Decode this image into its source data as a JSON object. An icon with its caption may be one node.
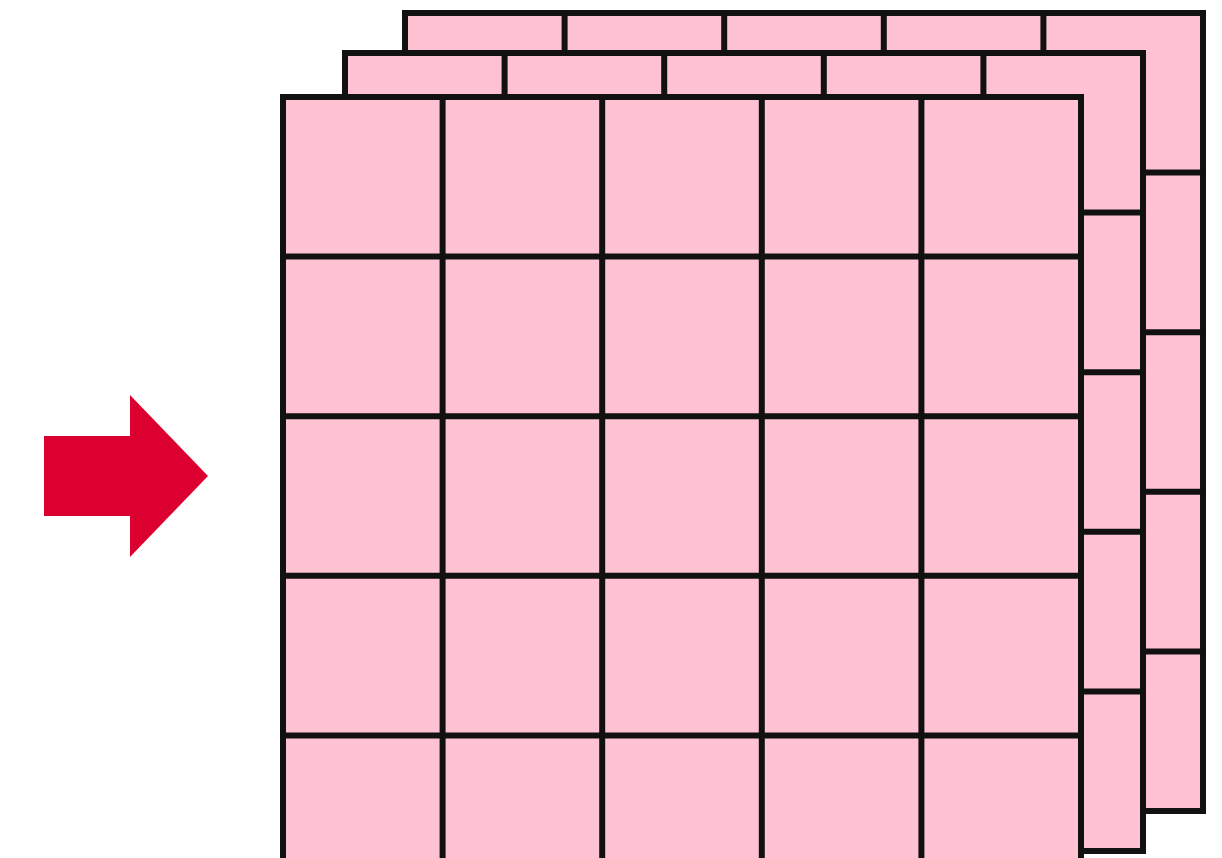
{
  "diagram": {
    "nodes": [
      {
        "text": [],
        "shape": "grid"
      },
      {
        "text": [],
        "shape": "grid"
      },
      {
        "text": [],
        "shape": "grid"
      }
    ],
    "edges": [
      {
        "from": null,
        "to": 2,
        "arrow": "to",
        "color": "#dc0030"
      }
    ]
  }
}
